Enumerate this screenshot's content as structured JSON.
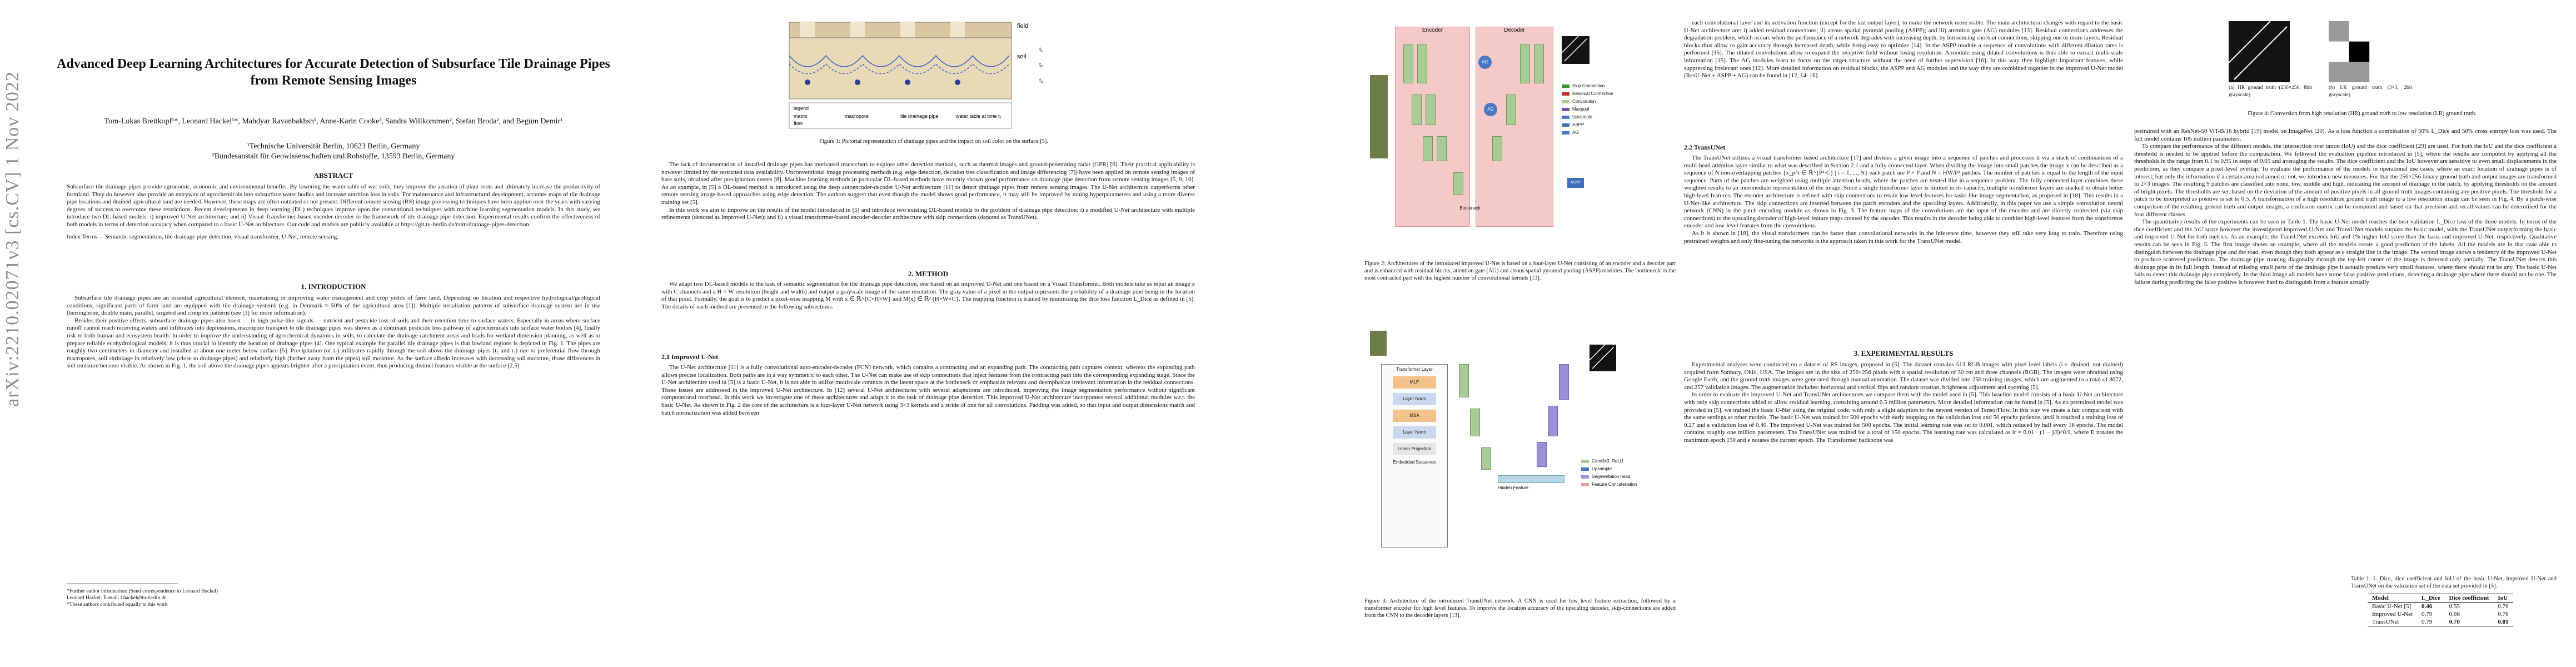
{
  "arxiv_id": "arXiv:2210.02071v3  [cs.CV]  1 Nov 2022",
  "paper": {
    "title": "Advanced Deep Learning Architectures for Accurate Detection of Subsurface Tile Drainage Pipes from Remote Sensing Images",
    "authors": "Tom-Lukas Breitkopf¹*, Leonard Hackel¹*, Mahdyar Ravanbakhsh¹, Anne-Karin Cooke², Sandra Willkommen², Stefan Broda², and Begüm Demir¹",
    "affil1": "¹Technische Universität Berlin, 10623 Berlin, Germany",
    "affil2": "²Bundesanstalt für Geowissenschaften und Rohstoffe, 13593 Berlin, Germany"
  },
  "abstract": {
    "heading": "ABSTRACT",
    "text": "Subsurface tile drainage pipes provide agronomic, economic and environmental benefits. By lowering the water table of wet soils, they improve the aeration of plant roots and ultimately increase the productivity of farmland. They do however also provide an entryway of agrochemicals into subsurface water bodies and increase nutrition loss in soils. For maintenance and infrastructural development, accurate maps of tile drainage pipe locations and drained agricultural land are needed. However, these maps are often outdated or not present. Different remote sensing (RS) image processing techniques have been applied over the years with varying degrees of success to overcome these restrictions. Recent developments in deep learning (DL) techniques improve upon the conventional techniques with machine learning segmentation models. In this study, we introduce two DL-based models: i) improved U-Net architecture; and ii) Visual Transformer-based encoder-decoder in the framework of tile drainage pipe detection. Experimental results confirm the effectiveness of both models in terms of detection accuracy when compared to a basic U-Net architecture. Our code and models are publicly available at https://git.tu-berlin.de/rsim/drainage-pipes-detection.",
    "index_terms": "Index Terms— Semantic segmentation, tile drainage pipe detection, visual transformer, U-Net, remote sensing."
  },
  "sections": {
    "intro_heading": "1. INTRODUCTION",
    "intro_p1": "Subsurface tile drainage pipes are an essential agricultural element, maintaining or improving water management and crop yields of farm land. Depending on location and respective hydrological/geological conditions, significant parts of farm land are equipped with tile drainage systems (e.g. in Denmark ≈ 50% of the agricultural area [1]). Multiple installation patterns of subsurface drainage system are in use (herringbone, double main, parallel, targeted and complex patterns (see [3] for more information).",
    "intro_p2": "Besides their positive effects, subsurface drainage pipes also boost — in high pulse-like signals — nutrient and pesticide loss of soils and their retention time to surface waters. Especially in areas where surface runoff cannot reach receiving waters and infiltrates into depressions, macropore transport to tile drainage pipes was shown as a dominant pesticide loss pathway of agrochemicals into surface water bodies [4], finally risk to both human and ecosystem health. In order to improve the understanding of agrochemical dynamics in soils, to calculate the drainage catchment areas and loads for wetland dimension planning, as well as to prepare reliable ecohydrological models, it is thus crucial to identify the location of drainage pipes [4]. One typical example for parallel tile drainage pipes is that lowland regions is depicted in Fig. 1. The pipes are roughly two centimeters in diameter and installed at about one meter below surface [5]. Precipitation (or t₁) infiltrates rapidly through the soil above the drainage pipes (t₂ and t₃) due to preferential flow through macropores, soil shrinkage in relatively low (close to drainage pipes) and relatively high (farther away from the pipes) soil moisture. As the surface albedo increases with decreasing soil moisture, those differences in soil moisture become visible. As shown in Fig. 1, the soil above the drainage pipes appears brighter after a precipitation event, thus producing distinct features visible at the surface [2,5].",
    "footnote1": "*Further author information: (Send correspondence to Leonard Hackel)",
    "footnote2": "Leonard Hackel: E-mail: l.hackel@tu-berlin.de",
    "footnote3": "*These authors contributed equally to this work",
    "p2_p1": "The lack of documentation of installed drainage pipes has motivated researchers to explore other detection methods, such as thermal images and ground-penetrating radar (GPR) [6]. Their practical applicability is however limited by the restricted data availability. Unconventional image processing methods (e.g. edge detection, decision tree classification and image differencing [7]) have been applied on remote sensing images of bare soils, obtained after precipitation events [8]. Machine learning methods in particular DL-based methods have recently shown good performance on drainage pipe detection from remote sensing images [5, 9, 10]. As an example, in [5] a DL-based method is introduced using the deep autoencoder-decoder U-Net architecture [11] to detect drainage pipes from remote sensing images. The U-Net architecture outperforms other remote sensing image-based approaches using edge detection. The authors suggest that even though the model shows good performance, it may still be improved by tuning hyperparameters and using a more diverse training set [5].",
    "p2_p2": "In this work we aim to improve on the results of the model introduced in [5] and introduce two existing DL-based models to the problem of drainage pipe detection: i) a modified U-Net architecture with multiple refinements (denoted as Improved U-Net); and ii) a visual transformer-based encoder-decoder architecture with skip connections (denoted as TransUNet).",
    "method_heading": "2. METHOD",
    "method_text": "We adapt two DL-based models to the task of semantic segmentation for tile drainage pipe detection, one based on an improved U-Net and one based on a Visual Transformer. Both models take as input an image x with C channels and a H × W resolution (height and width) and output a grayscale image of the same resolution. The gray value of a pixel in the output represents the probability of a drainage pipe being in the location of that pixel. Formally, the goal is to predict a pixel-wise mapping M with x ∈ ℝ^{C×H×W} and M(x) ∈ ℝ^{H×W×C}. The mapping function is trained by minimizing the dice loss function L_Dice as defined in [5]. The details of each method are presented in the following subsections.",
    "unet_heading": "2.1 Improved U-Net",
    "unet_text": "The U-Net architecture [11] is a fully convolutional auto-encoder-decoder (FCN) network, which contains a contracting and an expanding path. The contracting path captures context, whereas the expanding path allows precise localization. Both paths are in a way symmetric to each other. The U-Net can make use of skip connections that inject features from the contracting path into the corresponding expanding stage. Since the U-Net architecture used in [5] is a basic U-Net, it is not able to utilize multiscale contexts in the latent space at the bottleneck or emphasize relevant and deemphasize irrelevant information in the residual connections. These issues are addressed in the improved U-Net architecture. In [12] several U-Net architectures with several adaptations are introduced, improving the image segmentation performance without significant computational overhead. In this work we investigate one of these architectures and adapt it to the task of drainage pipe detection. This improved U-Net architecture incorporates several additional modules w.r.t. the basic U-Net. As shown in Fig. 2 the core of the architecture is a four-layer U-Net network using 3×3 kernels and a stride of one for all convolutions. Padding was added, so that input and output dimensions match and batch normalization was added between",
    "p3_text1": "each convolutional layer and its activation function (except for the last output layer), to make the network more stable. The main architectural changes with regard to the basic U-Net architecture are: i) added residual connections; ii) atrous spatial pyramid pooling (ASPP); and iii) attention gate (AG) modules [13]. Residual connections addresses the degradation problem, which occurs when the performance of a network degrades with increasing depth, by introducing shortcut connections, skipping one or more layers. Residual blocks thus allow to gain accuracy through increased depth, while being easy to optimize [14]. In the ASPP module a sequence of convolutions with different dilation rates is performed [15]. The dilated convolutions allow to expand the receptive field without losing resolution. A module using dilated convolutions is thus able to extract multi-scale information [15]. The AG modules learn to focus on the target structure without the need of further supervision [16]. In this way they highlight important features, while suppressing irrelevant ones [12]. More detailed information on residual blocks, the ASPP and AG modules and the way they are combined together in the improved U-Net model (ResU-Net + ASPP + AG) can be found in [12, 14–16].",
    "transunet_heading": "2.2 TransUNet",
    "transunet_text": "The TransUNet utilizes a visual transformer-based architecture [17] and divides a given image into a sequence of patches and processes it via a stack of combinations of a multi-head attention layer similar to what was described in Section 2.1 and a fully connected layer. When dividing the image into small patches the image x can be described as a sequence of N non-overlapping patches {x_p^i ∈ ℝ^{P²·C} | i = 1, ..., N} each patch are P × P and N = HW/P² patches. The number of patches is equal to the length of the input sequence. Parts of the patches are weighted using multiple attention heads, where the patches are treated like in a sequence problem. The fully connected layer combines these weighted results to an intermediate representation of the image. Since a single transformer layer is limited in its capacity, multiple transformer layers are stacked to obtain better high-level features. The encoder architecture is refined with skip connections to retain low-level features for tasks like image segmentation, as proposed in [18]. This results in a U-Net-like architecture. The skip connections are inserted between the patch encoders and the upscaling layers. Additionally, in this paper we use a simple convolution neural network (CNN) in the patch encoding module as shown in Fig. 3. The feature maps of the convolutions are the input of the encoder and are directly connected (via skip connections) to the upscaling decoder of high-level feature maps created by the encoder. This results in the decoder being able to combine high-level features from the transformer encoder and low-level features from the convolutions.",
    "transunet_text2": "As it is shown in [18], the visual transformers can be faster than convolutional networks in the inference time, however they still take very long to train. Therefore using pretrained weights and only fine-tuning the networks is the approach taken in this work for the TransUNet model.",
    "results_heading": "3. EXPERIMENTAL RESULTS",
    "results_text": "Experimental analyses were conducted on a dataset of RS images, proposed in [5]. The dataset contains 513 RGB images with pixel-level labels (i.e. drained, not drained) acquired from Sunbury, Ohio, USA. The images are in the size of 256×256 pixels with a spatial resolution of 30 cm and three channels (RGB). The images were obtained using Google Earth, and the ground truth images were generated through manual annotation. The dataset was divided into 256 training images, which are augmented to a total of 8072, and 257 validation images. The augmentation includes: horizontal and vertical flips and random rotation, brightness adjustment and zooming [5].",
    "results_text2": "In order to evaluate the improved U-Net and TransUNet architectures we compare them with the model used in [5]. This baseline model consists of a basic U-Net architecture with only skip connections added to allow residual learning, containing around 0.5 million parameters. More detailed information can be found in [5]. As no pretrained model was provided in [5], we trained the basic U-Net using the original code, with only a slight adaption to the newest version of TensorFlow. In this way we create a fair comparison with the same settings as other models. The basic U-Net was trained for 500 epochs with early stopping on the validation loss and 50 epochs patience, until it reached a training loss of 0.27 and a validation loss of 0.40. The improved U-Net was trained for 500 epochs. The initial learning rate was set to 0.001, which reduced by half every 16 epochs. The model contains roughly one million parameters. The TransUNet was trained for a total of 150 epochs. The learning rate was calculated as lr = 0.01 · (1 − j/J)^0.9, where E notates the maximum epoch 150 and e notates the current epoch. The Transformer backbone was",
    "p4_text1": "pretrained with an ResNet-50 ViT-B/16 hybrid [19] model on ImageNet [20]. As a loss function a combination of 50% L_Dice and 50% cross entropy loss was used. The full model contains 105 million parameters.",
    "p4_text2": "To compare the performance of the different models, the intersection over union (IoU) and the dice coefficient [29] are used. For both the IoU and the dice coefficient a threshold is needed to be applied before the computation. We followed the evaluation pipeline introduced in [5], where the results are computed by applying all the thresholds in the range from 0.1 to 0.95 in steps of 0.05 and averaging the results. The dice coefficient and the IoU however are sensitive to even small displacements in the prediction, as they compare a pixel-level overlap. To evaluate the performance of the models in operational use cases, where an exact location of drainage pipes is of interest, but only the information if a certain area is drained or not, we introduce new measures. For that the 256×256 binary ground truth and output images are transformed to 2×3 images. The resulting 9 patches are classified into none, low, middle and high, indicating the amount of drainage in the patch, by applying thresholds on the amount of bright pixels. The thresholds are set, based on the deviation of the amount of positive pixels in all ground truth images containing any positive pixels. The threshold for a patch to be interpreted as positive is set to 0.5. A transformation of a high resolution ground truth image to a low resolution image can be seen in Fig. 4. By a patch-wise comparison of the resulting ground truth and output images, a confusion matrix can be computed and based on that precision and recall values can be determined for the four different classes.",
    "p4_text3": "The quantitative results of the experiments can be seen in Table 1. The basic U-Net model reaches the best validation L_Dice loss of the three models. In terms of the dice coefficient and the IoU score however the investigated improved U-Net and TransUNet models surpass the basic model, with the TransUNet outperforming the basic and improved U-Net for both metrics. As an example, the TransUNet exceeds IoU and 1% higher IoU score than the basic and improved U-Net, respectively. Qualitative results can be seen in Fig. 5. The first image shows an example, where all the models create a good prediction of the labels. All the models are in that case able to distinguish between the drainage pipe and the road, even though they both appear as a straight line in the image. The second image shows a tendency of the improved U-Net to produce scattered predictions. The drainage pipe running diagonally through the top-left corner of the image is detected only partially. The TransUNet detects this drainage pipe in its full length. Instead of missing small parts of the drainage pipe it actually predicts very small features, where there should not be any. The basic U-Net fails to detect this drainage pipe completely. In the third image all models have some false positive predictions, detecting a drainage pipe where there should not be one. The failure during predicting the false positive is however hard to distinguish from a feature actually"
  },
  "figures": {
    "fig1_caption": "Figure 1: Pictorial representation of drainage pipes and the impact on soil color on the surface [5].",
    "fig1_labels": {
      "field": "field",
      "soil": "soil",
      "legend": "legend",
      "matrix": "matrix",
      "macropore": "macropore",
      "flow": "flow",
      "pipe": "tile drainage pipe",
      "water_table": "water table at time t₁",
      "t1": "t₁",
      "t2": "t₂",
      "t3": "t₃"
    },
    "fig2_caption": "Figure 2: Architectures of the introduced improved U-Net is based on a four-layer U-Net consisting of an encoder and a decoder part and is enhanced with residual blocks, attention gate (AG) and atrous spatial pyramid pooling (ASPP) modules. The 'bottleneck' is the most contracted part with the highest number of convolutional kernels [13].",
    "fig2_labels": {
      "encoder": "Encoder",
      "decoder": "Decoder",
      "bottleneck": "Bottleneck",
      "ag": "AG",
      "aspp": "ASPP"
    },
    "fig2_legend": [
      "Skip Connection",
      "Residual Connection",
      "Convolution",
      "Maxpool",
      "Upsample",
      "ASPP",
      "AG"
    ],
    "fig3_caption": "Figure 3: Architecture of the introduced TransUNet network. A CNN is used for low level feature extraction, followed by a transformer encoder for high level features. To improve the location accuracy of the upscaling decoder, skip-connections are added from the CNN to the decoder layers [13].",
    "fig3_labels": {
      "hidden": "Hidden Feature",
      "embed": "Embedded Sequence",
      "layer_norm": "Layer Norm",
      "msa": "MSA",
      "mlp": "MLP",
      "linear": "Linear Projection",
      "transformer": "Transformer Layer"
    },
    "fig3_legend": [
      "Conv3x3, ReLU",
      "Upsample",
      "Segmentation head",
      "Feature Concatenation"
    ],
    "fig4a_caption": "(a) HR ground truth (256×256, 8bit grayscale)",
    "fig4b_caption": "(b) LR ground truth (3×3, 2bit grayscale)",
    "fig4_caption": "Figure 4: Conversion from high resolution (HR) ground truth to low resolution (LR) ground truth."
  },
  "table1": {
    "caption": "Table 1: L_Dice, dice coefficient and IoU of the basic U-Net, improved U-Net and TransUNet on the validation set of the data set provided in [5].",
    "headers": [
      "Model",
      "L_Dice",
      "Dice coefficient",
      "IoU"
    ],
    "rows": [
      [
        "Basic U-Net [5]",
        "0.46",
        "0.55",
        "0.76"
      ],
      [
        "Improved U-Net",
        "0.79",
        "0.66",
        "0.78"
      ],
      [
        "TransUNet",
        "0.79",
        "0.70",
        "0.81"
      ]
    ]
  }
}
